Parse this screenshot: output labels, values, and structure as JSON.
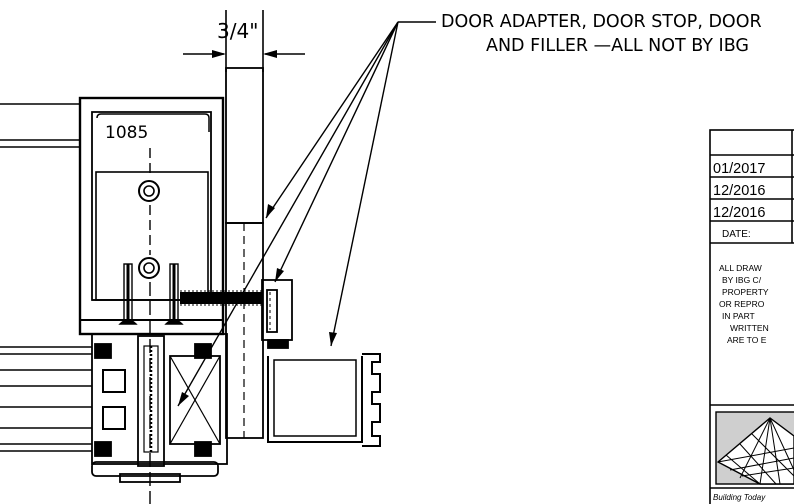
{
  "dimension": {
    "label": "3/4\""
  },
  "callout": {
    "line1": "DOOR ADAPTER, DOOR STOP, DOOR",
    "line2": "AND FILLER —ALL NOT BY IBG"
  },
  "part_number": "1085",
  "title_block": {
    "revisions": [
      {
        "date": "01/2017"
      },
      {
        "date": "12/2016"
      },
      {
        "date": "12/2016"
      }
    ],
    "date_header": "DATE:",
    "notice_lines": [
      "ALL DRAW",
      "BY IBG C/",
      "PROPERTY",
      "OR REPRO",
      "IN PART",
      "WRITTEN",
      "ARE TO E"
    ],
    "tagline": "Building Today"
  },
  "colors": {
    "line": "#000000",
    "background": "#ffffff",
    "logo_fill": "#cfcfcf"
  },
  "icons": {
    "logo": "ibg-pyramid-logo-icon",
    "screw": "screw-icon"
  }
}
